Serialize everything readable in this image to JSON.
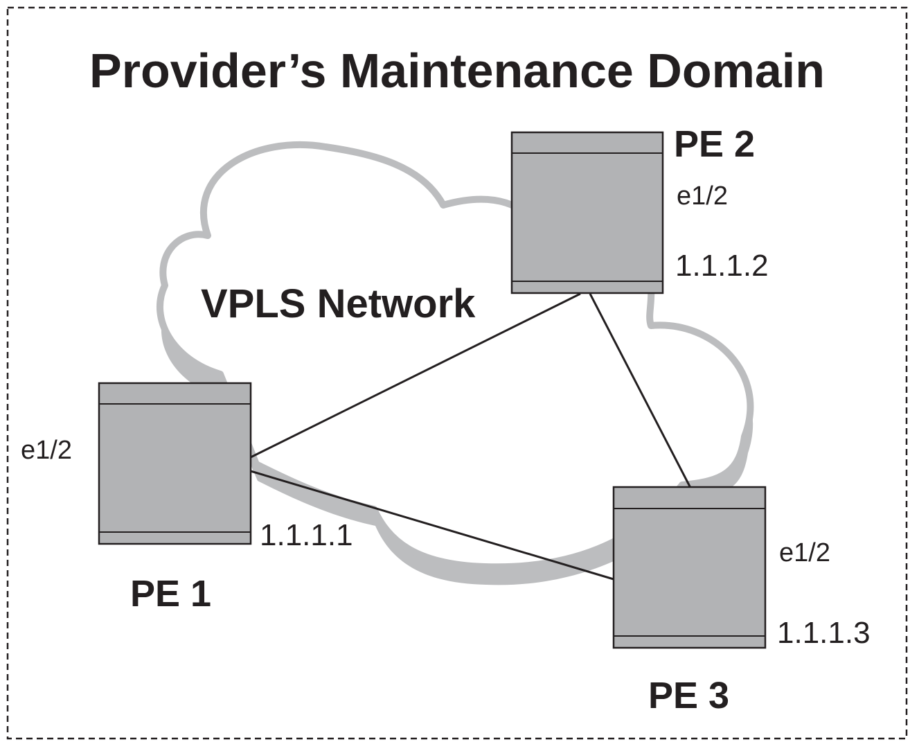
{
  "domain_title": "Provider’s Maintenance Domain",
  "cloud_label": "VPLS Network",
  "colors": {
    "border": "#231f20",
    "cloud_stroke": "#bcbdbf",
    "cloud_shadow": "#bcbdbf",
    "device_fill": "#b2b3b5",
    "device_stroke": "#231f20",
    "text": "#231f20"
  },
  "devices": [
    {
      "id": "pe1",
      "name": "PE 1",
      "port": "e1/2",
      "ip": "1.1.1.1"
    },
    {
      "id": "pe2",
      "name": "PE 2",
      "port": "e1/2",
      "ip": "1.1.1.2"
    },
    {
      "id": "pe3",
      "name": "PE 3",
      "port": "e1/2",
      "ip": "1.1.1.3"
    }
  ],
  "links": [
    {
      "from": "pe1",
      "to": "pe2"
    },
    {
      "from": "pe1",
      "to": "pe3"
    },
    {
      "from": "pe2",
      "to": "pe3"
    }
  ]
}
